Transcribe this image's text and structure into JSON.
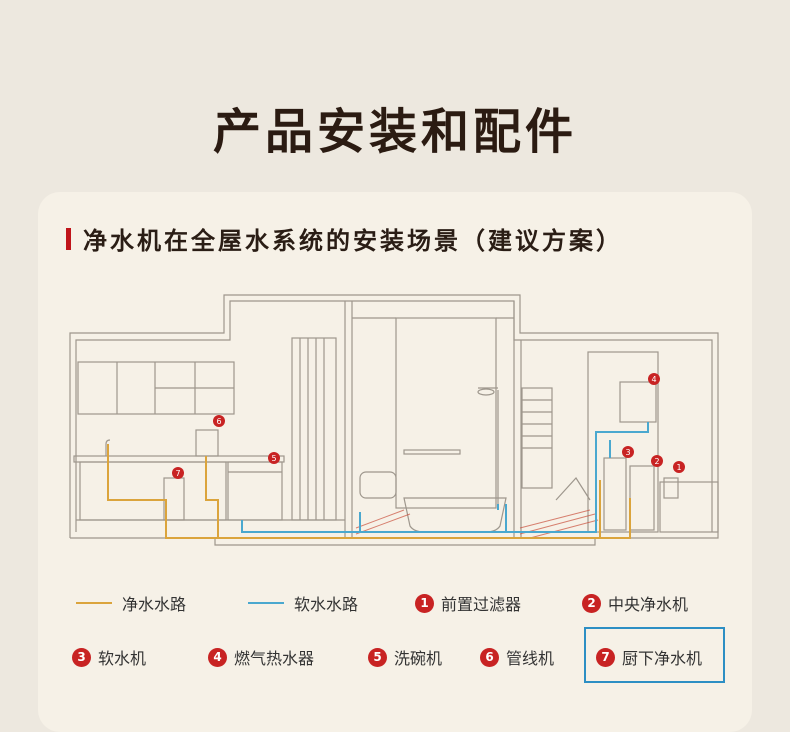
{
  "page_title": "产品安装和配件",
  "section_heading": "净水机在全屋水系统的安装场景（建议方案）",
  "colors": {
    "purified_line": "#dba43c",
    "soft_line": "#4aa8cf",
    "badge": "#c82323",
    "highlight": "#2d8fc4",
    "heading_bar": "#c0141a"
  },
  "diagram_markers": [
    "1",
    "2",
    "3",
    "4",
    "5",
    "6",
    "7"
  ],
  "legend": {
    "lines": [
      {
        "label": "净水水路",
        "color": "#dba43c"
      },
      {
        "label": "软水水路",
        "color": "#4aa8cf"
      }
    ],
    "devices": [
      {
        "num": "1",
        "label": "前置过滤器"
      },
      {
        "num": "2",
        "label": "中央净水机"
      },
      {
        "num": "3",
        "label": "软水机"
      },
      {
        "num": "4",
        "label": "燃气热水器"
      },
      {
        "num": "5",
        "label": "洗碗机"
      },
      {
        "num": "6",
        "label": "管线机"
      },
      {
        "num": "7",
        "label": "厨下净水机"
      }
    ],
    "highlighted": "7"
  }
}
